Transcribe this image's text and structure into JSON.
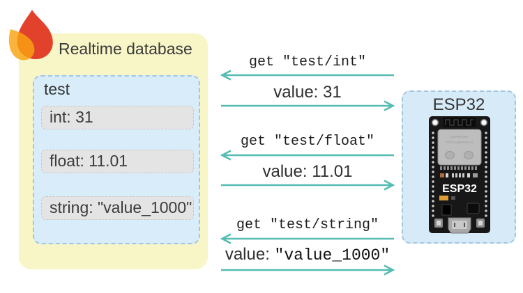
{
  "colors": {
    "arrow_teal": "#54bcb2",
    "database_panel_yellow": "#f8f5c6",
    "node_panel_blue": "#d9ecf9",
    "esp_panel_blue": "#d7eaf7",
    "field_grey": "#e4e4e4",
    "firebase_red": "#e2412b",
    "firebase_amber": "#f9a411"
  },
  "database": {
    "title": "Realtime database",
    "node_label": "test",
    "fields": [
      "int: 31",
      "float: 11.01",
      "string: \"value_1000\""
    ]
  },
  "device": {
    "title": "ESP32",
    "board_silk_label": "ESP32",
    "module_brand": "ESPRESSIF",
    "module_name": "ESP32-WROOM-32"
  },
  "messages": [
    {
      "request": "get \"test/int\"",
      "value_text": "value: 31",
      "value_code": ""
    },
    {
      "request": "get \"test/float\"",
      "value_text": "value: 11.01",
      "value_code": ""
    },
    {
      "request": "get \"test/string\"",
      "value_text": "value: ",
      "value_code": "\"value_1000\""
    }
  ]
}
